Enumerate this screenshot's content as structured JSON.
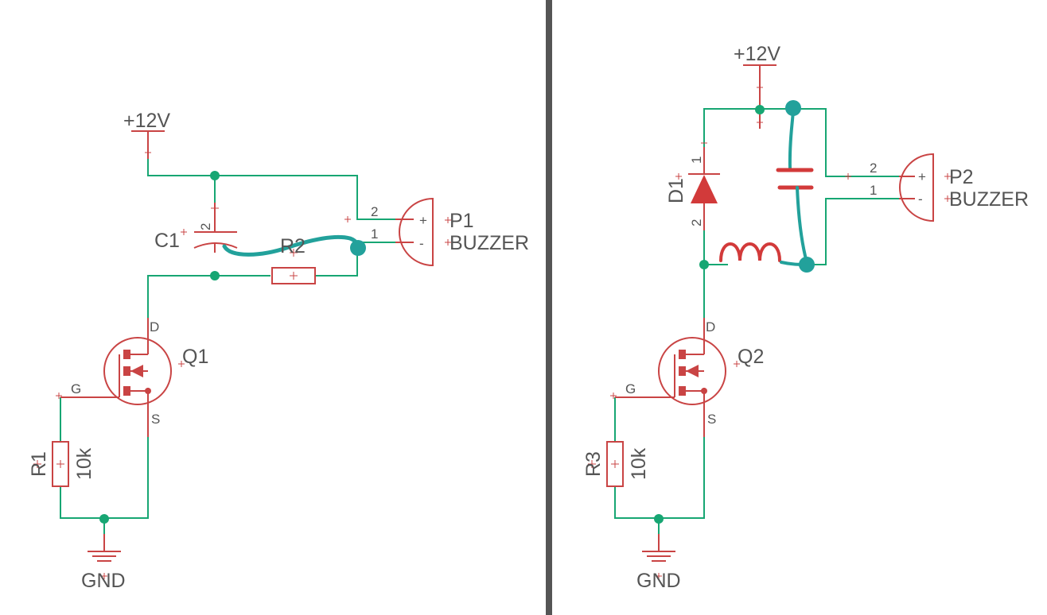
{
  "colors": {
    "wire": "#17a673",
    "component": "#c94444",
    "hand_drawn": "#22a19b",
    "hand_drawn_part": "#d23a3a",
    "divider": "#555555",
    "text": "#555555"
  },
  "left": {
    "supply": "+12V",
    "ground": "GND",
    "capacitor": {
      "name": "C1",
      "pin": "2"
    },
    "resistor_r2": {
      "name": "R2"
    },
    "transistor": {
      "name": "Q1",
      "drain": "D",
      "gate": "G",
      "source": "S"
    },
    "resistor_r1": {
      "name": "R1",
      "value": "10k"
    },
    "buzzer": {
      "name": "P1",
      "value": "BUZZER",
      "pin2": "2",
      "pin1": "1",
      "plus": "+",
      "minus": "-"
    }
  },
  "right": {
    "supply": "+12V",
    "ground": "GND",
    "diode": {
      "name": "D1",
      "pin1": "1",
      "pin2": "2"
    },
    "transistor": {
      "name": "Q2",
      "drain": "D",
      "gate": "G",
      "source": "S"
    },
    "resistor_r3": {
      "name": "R3",
      "value": "10k"
    },
    "buzzer": {
      "name": "P2",
      "value": "BUZZER",
      "pin2": "2",
      "pin1": "1",
      "plus": "+",
      "minus": "-"
    }
  }
}
